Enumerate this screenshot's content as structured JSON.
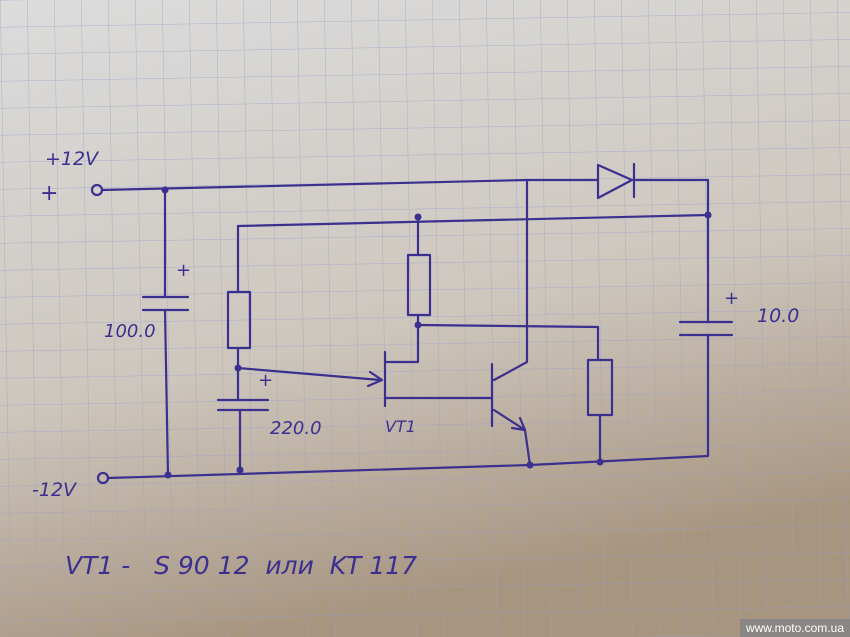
{
  "labels": {
    "supply_positive": "+12V",
    "supply_positive_sign": "+",
    "supply_negative": "-12V",
    "c1_value": "100.0",
    "c1_polarity": "+",
    "c2_value": "220.0",
    "c2_polarity": "+",
    "c3_value": "10.0",
    "c3_polarity": "+",
    "transistor_label": "VT1"
  },
  "note": "VT1 -   S 90 12  или  KT 117",
  "watermark": "www.moto.com.ua",
  "colors": {
    "ink": "#3b2f8f",
    "paper": "#d6d3cf",
    "grid": "#8f96c4"
  }
}
